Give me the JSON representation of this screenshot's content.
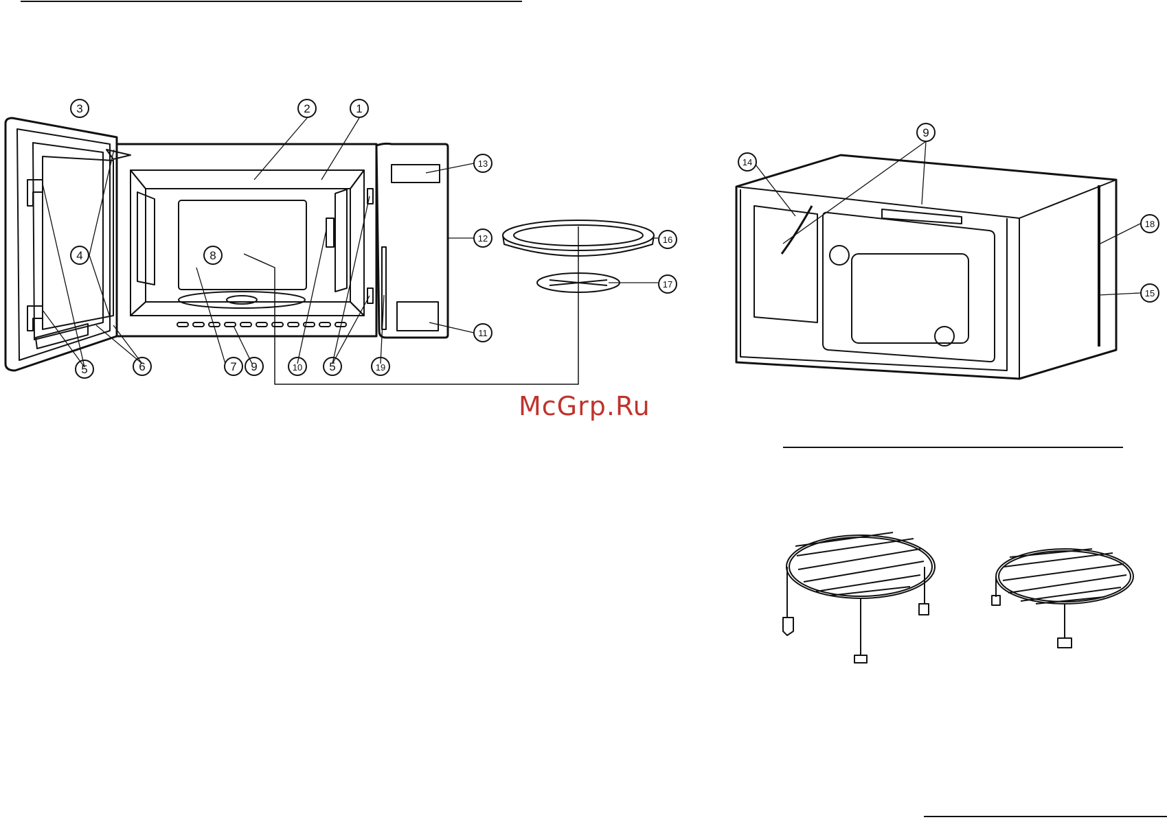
{
  "watermark": "McGrp.Ru",
  "callouts": {
    "c1": "1",
    "c2": "2",
    "c3": "3",
    "c4": "4",
    "c5a": "5",
    "c5b": "5",
    "c6": "6",
    "c7": "7",
    "c8": "8",
    "c9a": "9",
    "c9b": "9",
    "c10": "10",
    "c11": "11",
    "c12": "12",
    "c13": "13",
    "c14": "14",
    "c15": "15",
    "c16": "16",
    "c17": "17",
    "c18": "18",
    "c19": "19"
  },
  "colors": {
    "line": "#111111",
    "watermark": "#c0332d"
  }
}
